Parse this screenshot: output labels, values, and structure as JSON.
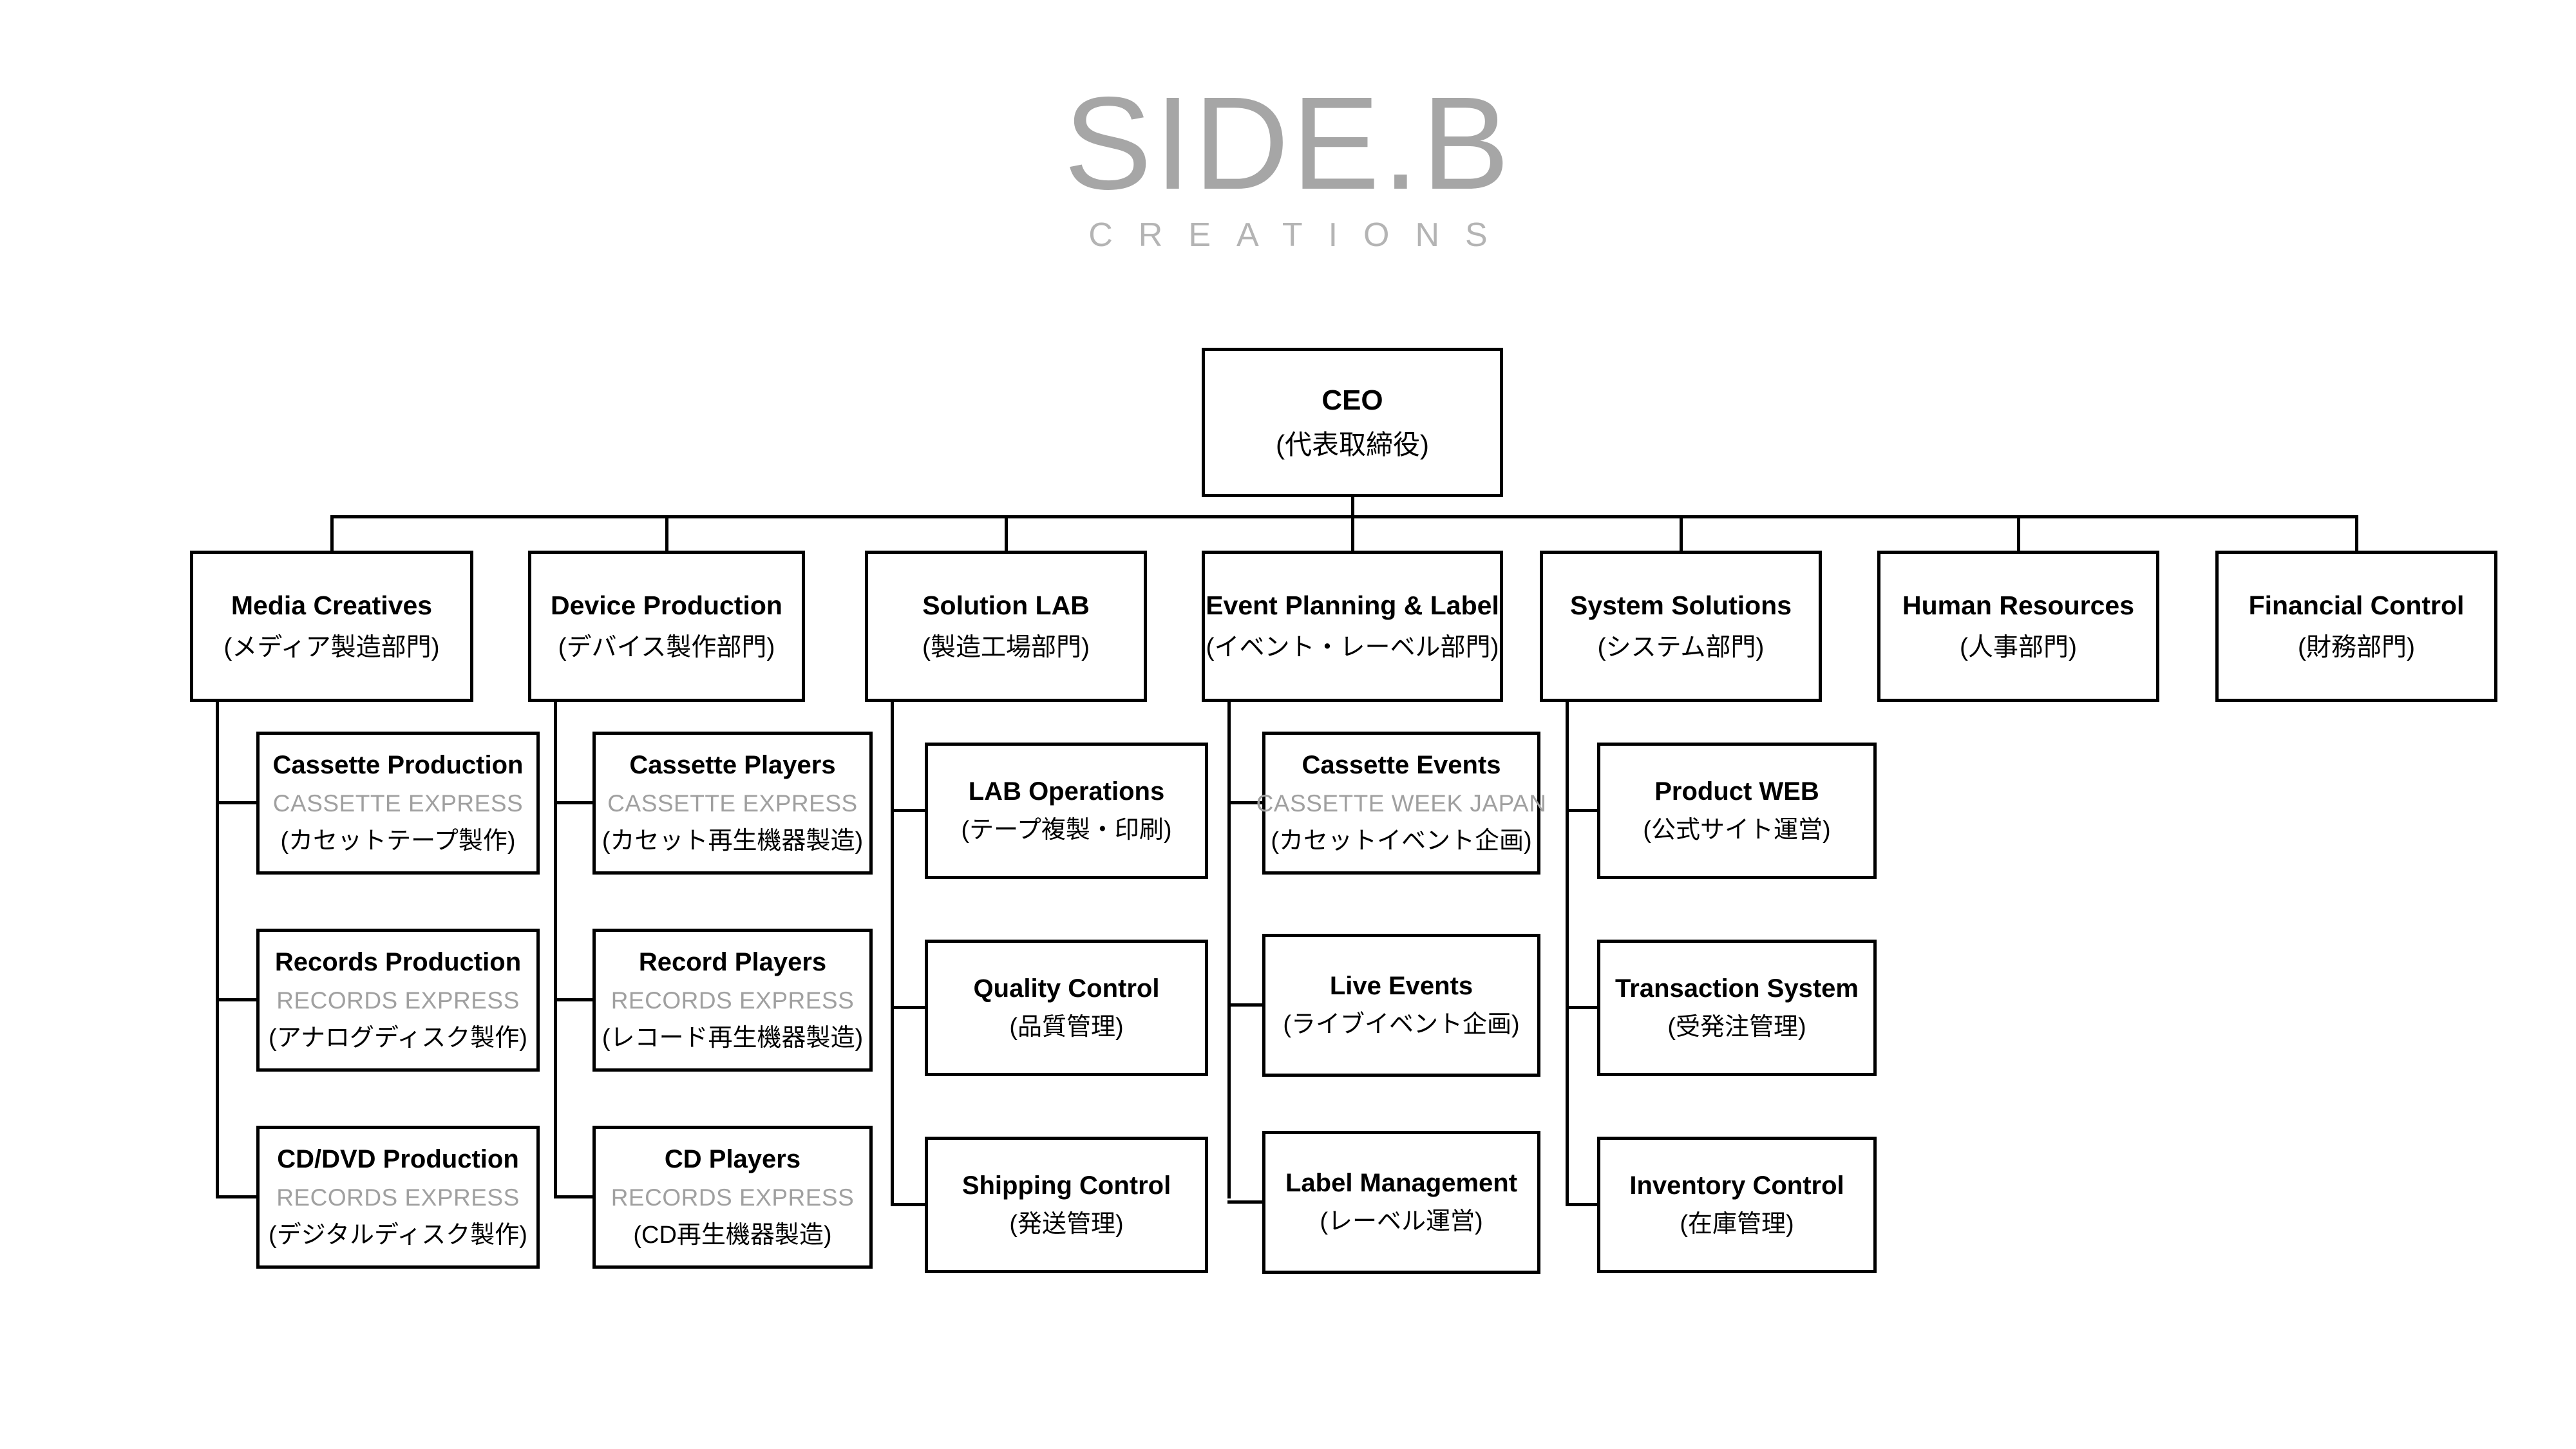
{
  "logo": {
    "main": "SIDE.B",
    "sub": "CREATIONS",
    "color": "#a6a6a6"
  },
  "colors": {
    "border": "#000000",
    "text": "#000000",
    "brand_text": "#a0a0a0",
    "background": "#ffffff"
  },
  "chart": {
    "type": "org-chart",
    "root": {
      "title": "CEO",
      "subtitle": "(代表取締役)"
    },
    "departments": [
      {
        "title": "Media Creatives",
        "subtitle": "(メディア製造部門)",
        "children": [
          {
            "title": "Cassette Production",
            "brand": "CASSETTE EXPRESS",
            "subtitle": "(カセットテープ製作)"
          },
          {
            "title": "Records Production",
            "brand": "RECORDS EXPRESS",
            "subtitle": "(アナログディスク製作)"
          },
          {
            "title": "CD/DVD Production",
            "brand": "RECORDS EXPRESS",
            "subtitle": "(デジタルディスク製作)"
          }
        ]
      },
      {
        "title": "Device Production",
        "subtitle": "(デバイス製作部門)",
        "children": [
          {
            "title": "Cassette Players",
            "brand": "CASSETTE EXPRESS",
            "subtitle": "(カセット再生機器製造)"
          },
          {
            "title": "Record Players",
            "brand": "RECORDS EXPRESS",
            "subtitle": "(レコード再生機器製造)"
          },
          {
            "title": "CD Players",
            "brand": "RECORDS EXPRESS",
            "subtitle": "(CD再生機器製造)"
          }
        ]
      },
      {
        "title": "Solution LAB",
        "subtitle": "(製造工場部門)",
        "children": [
          {
            "title": "LAB Operations",
            "brand": "",
            "subtitle": "(テープ複製・印刷)"
          },
          {
            "title": "Quality Control",
            "brand": "",
            "subtitle": "(品質管理)"
          },
          {
            "title": "Shipping Control",
            "brand": "",
            "subtitle": "(発送管理)"
          }
        ]
      },
      {
        "title": "Event Planning & Label",
        "subtitle": "(イベント・レーベル部門)",
        "children": [
          {
            "title": "Cassette Events",
            "brand": "CASSETTE WEEK JAPAN",
            "subtitle": "(カセットイベント企画)"
          },
          {
            "title": "Live Events",
            "brand": "",
            "subtitle": "(ライブイベント企画)"
          },
          {
            "title": "Label Management",
            "brand": "",
            "subtitle": "(レーベル運営)"
          }
        ]
      },
      {
        "title": "System Solutions",
        "subtitle": "(システム部門)",
        "children": [
          {
            "title": "Product WEB",
            "brand": "",
            "subtitle": "(公式サイト運営)"
          },
          {
            "title": "Transaction System",
            "brand": "",
            "subtitle": "(受発注管理)"
          },
          {
            "title": "Inventory Control",
            "brand": "",
            "subtitle": "(在庫管理)"
          }
        ]
      },
      {
        "title": "Human Resources",
        "subtitle": "(人事部門)",
        "children": []
      },
      {
        "title": "Financial Control",
        "subtitle": "(財務部門)",
        "children": []
      }
    ]
  }
}
